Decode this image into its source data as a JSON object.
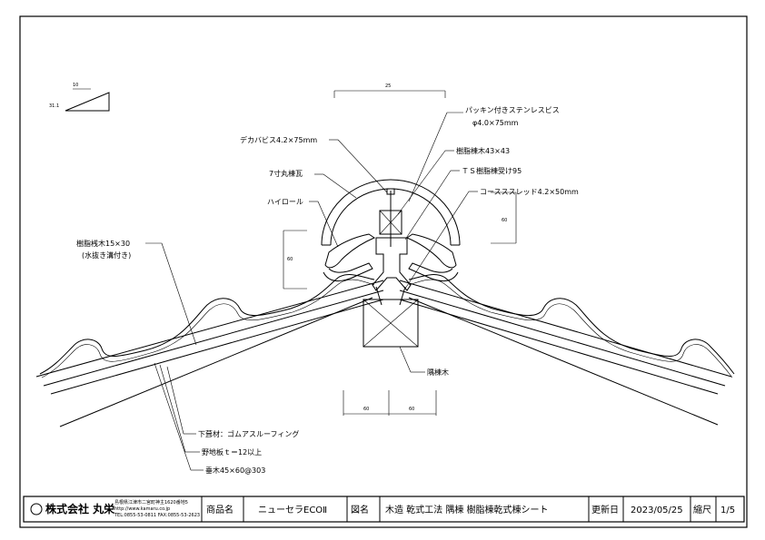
{
  "labels": {
    "screw_spec": "パッキン付きステンレスビス",
    "screw_size": "φ4.0×75mm",
    "dekaba": "デカバビス4.2×75mm",
    "ridge_wood": "樹脂棟木43×43",
    "ridge_tile": "7寸丸棟瓦",
    "ts_support": "ＴＳ樹脂棟受け95",
    "hiroll": "ハイロール",
    "coarse": "コースススレッド4.2×50mm",
    "batten": "樹脂桟木15×30",
    "batten_sub": "(水抜き溝付き)",
    "hip_wood": "隅棟木",
    "underlay": "下葺材：ゴムアスルーフィング",
    "sheathing": "野地板ｔ＝12以上",
    "rafter": "垂木45×60@303"
  },
  "dims": {
    "top_width": "25",
    "slope_run": "10",
    "slope_rise": "31.1",
    "right_h": "60",
    "left_h": "60",
    "bottom_a": "60",
    "bottom_b": "60"
  },
  "titleblock": {
    "company": "株式会社 丸栄",
    "address": "島根県江津市二宮町神主1620番地5",
    "url": "http://www.kamaru.co.jp",
    "phone": "TEL:0855-53-0811 FAX:0855-53-2623",
    "product_label": "商品名",
    "product": "ニューセラECOⅡ",
    "drawing_label": "図名",
    "drawing": "木造 乾式工法 隅棟 樹脂棟乾式棟シート",
    "date_label": "更新日",
    "date": "2023/05/25",
    "scale_label": "縮尺",
    "scale": "1/5"
  },
  "colors": {
    "line": "#000000",
    "paper": "#ffffff"
  }
}
